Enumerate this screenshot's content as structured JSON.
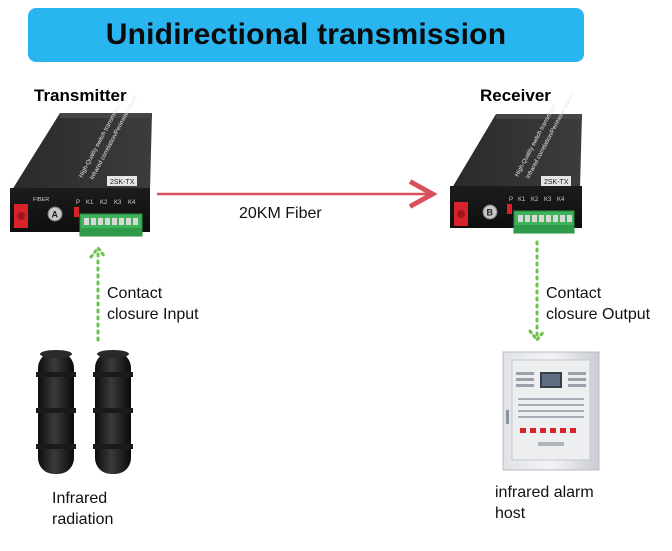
{
  "title": "Unidirectional transmission",
  "transmitter": {
    "label": "Transmitter",
    "device_text": "High-Quality switch transmitter",
    "device_text2": "Infrared correlation/Perimeter alarm",
    "model": "2SK-TX",
    "fiber_label": "FIBER",
    "port_letter": "A",
    "terminal_labels": [
      "K1",
      "K2",
      "K3",
      "K4"
    ],
    "p_label": "P"
  },
  "receiver": {
    "label": "Receiver",
    "device_text": "High-Quality switch transmitter",
    "device_text2": "Infrared correlation/Perimeter alarm",
    "model": "2SK-TX",
    "port_letter": "B",
    "terminal_labels": [
      "K1",
      "K2",
      "K3",
      "K4"
    ],
    "p_label": "P"
  },
  "fiber_link": {
    "label": "20KM Fiber",
    "color": "#d8505e"
  },
  "input_link": {
    "line1": "Contact",
    "line2": "closure Input",
    "color": "#6cc24a"
  },
  "output_link": {
    "line1": "Contact",
    "line2": "closure Output",
    "color": "#6cc24a"
  },
  "sensor": {
    "line1": "Infrared",
    "line2": "radiation"
  },
  "alarm_host": {
    "line1": "infrared alarm",
    "line2": "host"
  }
}
